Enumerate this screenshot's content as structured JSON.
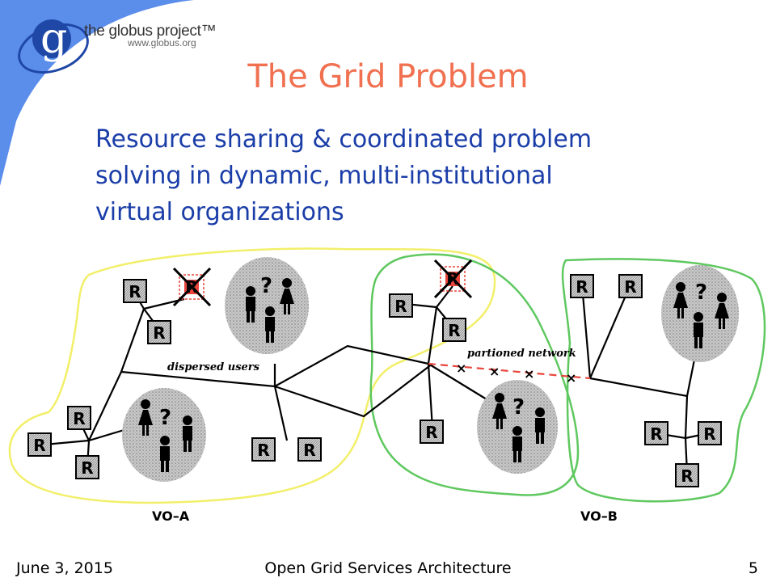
{
  "logo": {
    "mark": "g",
    "name": "the globus project™",
    "url": "www.globus.org"
  },
  "title": "The Grid Problem",
  "subtitle_lines": [
    "Resource sharing & coordinated problem",
    "solving in dynamic, multi-institutional",
    "virtual organizations"
  ],
  "diagram": {
    "resource_label": "R",
    "dispersed_users": "dispersed users",
    "partitioned_network": "partioned network",
    "vo_a": "VO–A",
    "vo_b": "VO–B",
    "question_mark": "?",
    "break_mark": "×",
    "colors": {
      "vo_a_outline": "#f2ef6a",
      "vo_b_outline": "#5fc85f",
      "failed_resource": "#e8463c",
      "user_cloud": "#c8c8c8"
    }
  },
  "footer": {
    "date": "June 3, 2015",
    "title": "Open Grid Services Architecture",
    "page": "5"
  },
  "colors": {
    "title": "#f07050",
    "subtitle": "#1a3da8",
    "swoosh": "#5b8dea"
  }
}
